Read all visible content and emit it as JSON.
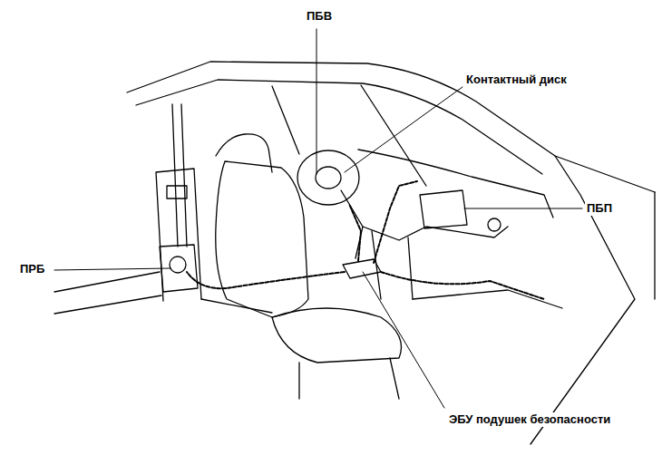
{
  "diagram": {
    "labels": [
      "ПБВ",
      "Контактный диск",
      "ПБП",
      "ПРБ",
      "ЭБУ подушек безопасности"
    ]
  }
}
